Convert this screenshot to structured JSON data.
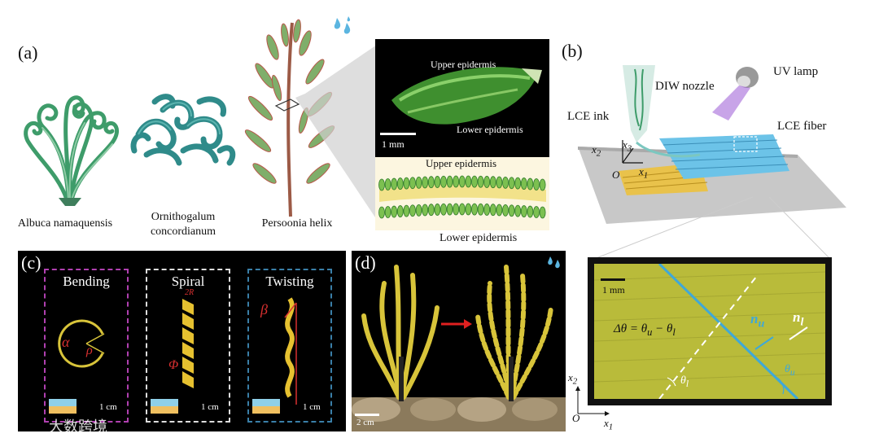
{
  "panel_a": {
    "label": "(a)",
    "plants": [
      {
        "name": "Albuca namaquensis"
      },
      {
        "name_line1": "Ornithogalum",
        "name_line2": "concordianum"
      },
      {
        "name": "Persoonia helix"
      }
    ],
    "micro": {
      "upper_epidermis": "Upper epidermis",
      "lower_epidermis": "Lower epidermis",
      "scale": "1 mm"
    },
    "schematic": {
      "upper_epidermis": "Upper epidermis",
      "lower_epidermis": "Lower epidermis"
    }
  },
  "panel_b": {
    "label": "(b)",
    "diw_nozzle": "DIW nozzle",
    "uv_lamp": "UV lamp",
    "lce_ink": "LCE ink",
    "lce_fiber": "LCE fiber",
    "axes": {
      "x1": "x",
      "x1_sub": "1",
      "x2": "x",
      "x2_sub": "2",
      "x3": "x",
      "x3_sub": "3",
      "origin": "O"
    },
    "inset": {
      "scale": "1 mm",
      "equation": "Δθ = θ",
      "eq_u": "u",
      "eq_minus": " − θ",
      "eq_l": "l",
      "n_u": "n",
      "n_u_sub": "u",
      "n_l": "n",
      "n_l_sub": "l",
      "theta_l": "θ",
      "theta_l_sub": "l",
      "theta_u": "θ",
      "theta_u_sub": "u"
    },
    "inset_axes": {
      "x2": "x",
      "x2_sub": "2",
      "x1": "x",
      "x1_sub": "1",
      "origin": "O"
    }
  },
  "panel_c": {
    "label": "(c)",
    "boxes": [
      {
        "title": "Bending",
        "alpha": "α",
        "rho": "ρ",
        "scale": "1 cm",
        "color": "#b040b0"
      },
      {
        "title": "Spiral",
        "r": "2R",
        "phi": "Φ",
        "scale": "1 cm",
        "color": "#dddddd"
      },
      {
        "title": "Twisting",
        "beta": "β",
        "scale": "1 cm",
        "color": "#3a7fa8"
      }
    ]
  },
  "panel_d": {
    "label": "(d)",
    "scale": "2 cm"
  },
  "watermark": "大数跨境",
  "colors": {
    "leaf": "#d8c43a",
    "stem_green": "#5aa07a",
    "fiber_blue": "#6cc3e8",
    "fiber_yellow": "#e9c24b"
  }
}
